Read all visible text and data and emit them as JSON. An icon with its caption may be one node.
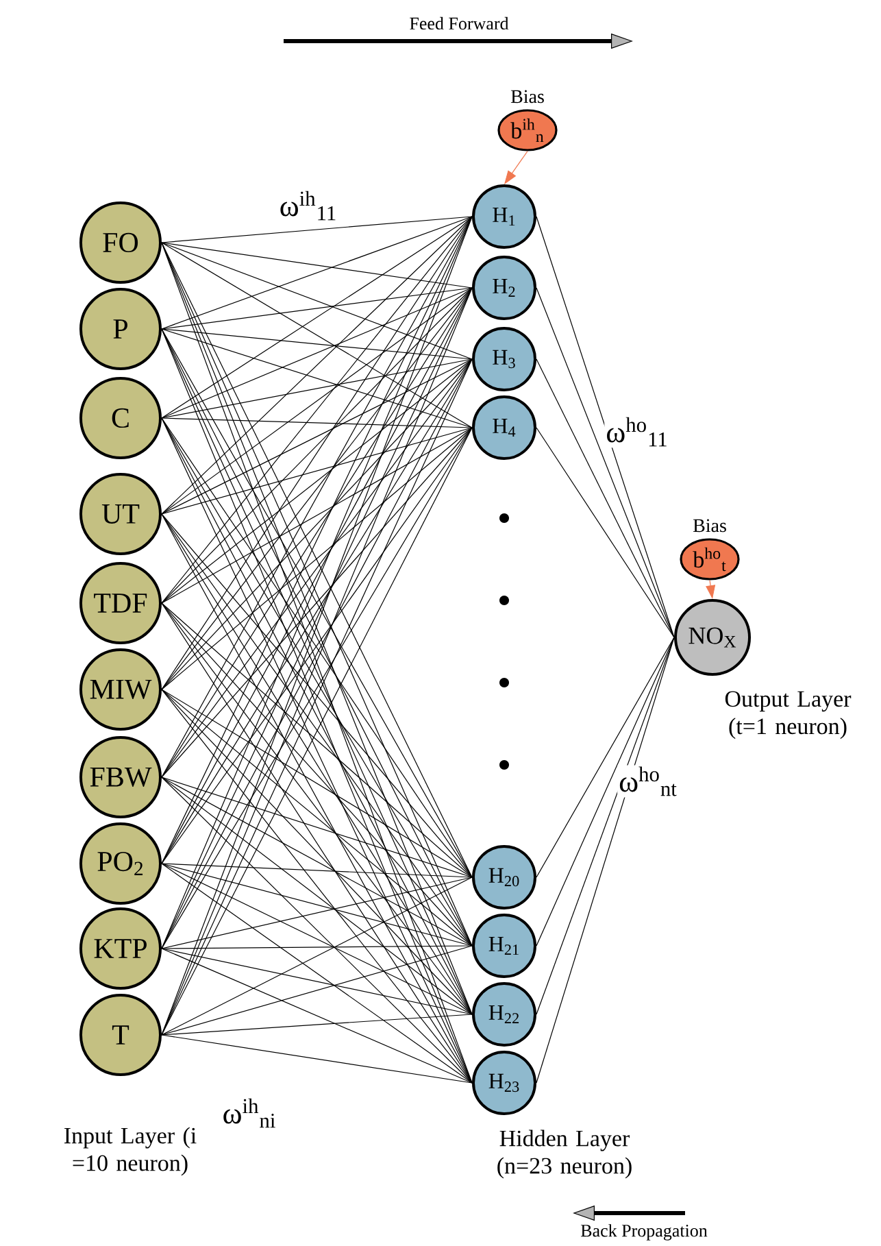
{
  "diagram": {
    "nodes": [
      {
        "text": [
          "FO"
        ]
      },
      {
        "text": [
          "P"
        ]
      },
      {
        "text": [
          "C"
        ]
      },
      {
        "text": [
          "UT"
        ]
      },
      {
        "text": [
          "TDF"
        ]
      },
      {
        "text": [
          "MIW"
        ]
      },
      {
        "text": [
          "FBW"
        ]
      },
      {
        "text": [
          "PO$_{2}$"
        ]
      },
      {
        "text": [
          "KTP"
        ]
      },
      {
        "text": [
          "T"
        ]
      },
      {
        "text": [
          "H$_{1}$"
        ]
      },
      {
        "text": [
          "H$_{2}$"
        ]
      },
      {
        "text": [
          "H$_{3}$"
        ]
      },
      {
        "text": [
          "H$_{4}$"
        ]
      },
      {
        "text": [
          "H$_{20}$"
        ]
      },
      {
        "text": [
          "H$_{21}$"
        ]
      },
      {
        "text": [
          "H$_{22}$"
        ]
      },
      {
        "text": [
          "H$_{23}$"
        ]
      },
      {
        "text": [
          "b$^{ih}$$_{n}$"
        ],
        "beside": [
          "Bias"
        ]
      },
      {
        "text": [
          "NO$_{X}$"
        ],
        "beside": [
          "Output Layer (t=1 neuron)"
        ]
      },
      {
        "text": [
          "b$^{ho}$$_{t}$"
        ],
        "beside": [
          "Bias"
        ]
      }
    ],
    "edges": [
      {
        "from": 0,
        "to": 10,
        "arrow": "none"
      },
      {
        "from": 0,
        "to": 11,
        "arrow": "none"
      },
      {
        "from": 0,
        "to": 12,
        "arrow": "none"
      },
      {
        "from": 0,
        "to": 13,
        "arrow": "none"
      },
      {
        "from": 0,
        "to": 14,
        "arrow": "none"
      },
      {
        "from": 0,
        "to": 15,
        "arrow": "none"
      },
      {
        "from": 0,
        "to": 16,
        "arrow": "none"
      },
      {
        "from": 0,
        "to": 17,
        "arrow": "none"
      },
      {
        "from": 1,
        "to": 10,
        "arrow": "none"
      },
      {
        "from": 1,
        "to": 11,
        "arrow": "none"
      },
      {
        "from": 1,
        "to": 12,
        "arrow": "none"
      },
      {
        "from": 1,
        "to": 13,
        "arrow": "none"
      },
      {
        "from": 1,
        "to": 14,
        "arrow": "none"
      },
      {
        "from": 1,
        "to": 15,
        "arrow": "none"
      },
      {
        "from": 1,
        "to": 16,
        "arrow": "none"
      },
      {
        "from": 1,
        "to": 17,
        "arrow": "none"
      },
      {
        "from": 2,
        "to": 10,
        "arrow": "none"
      },
      {
        "from": 2,
        "to": 11,
        "arrow": "none"
      },
      {
        "from": 2,
        "to": 12,
        "arrow": "none"
      },
      {
        "from": 2,
        "to": 13,
        "arrow": "none"
      },
      {
        "from": 2,
        "to": 14,
        "arrow": "none"
      },
      {
        "from": 2,
        "to": 15,
        "arrow": "none"
      },
      {
        "from": 2,
        "to": 16,
        "arrow": "none"
      },
      {
        "from": 2,
        "to": 17,
        "arrow": "none"
      },
      {
        "from": 3,
        "to": 10,
        "arrow": "none"
      },
      {
        "from": 3,
        "to": 11,
        "arrow": "none"
      },
      {
        "from": 3,
        "to": 12,
        "arrow": "none"
      },
      {
        "from": 3,
        "to": 13,
        "arrow": "none"
      },
      {
        "from": 3,
        "to": 14,
        "arrow": "none"
      },
      {
        "from": 3,
        "to": 15,
        "arrow": "none"
      },
      {
        "from": 3,
        "to": 16,
        "arrow": "none"
      },
      {
        "from": 3,
        "to": 17,
        "arrow": "none"
      },
      {
        "from": 4,
        "to": 10,
        "arrow": "none"
      },
      {
        "from": 4,
        "to": 11,
        "arrow": "none"
      },
      {
        "from": 4,
        "to": 12,
        "arrow": "none"
      },
      {
        "from": 4,
        "to": 13,
        "arrow": "none"
      },
      {
        "from": 4,
        "to": 14,
        "arrow": "none"
      },
      {
        "from": 4,
        "to": 15,
        "arrow": "none"
      },
      {
        "from": 4,
        "to": 16,
        "arrow": "none"
      },
      {
        "from": 4,
        "to": 17,
        "arrow": "none"
      },
      {
        "from": 5,
        "to": 10,
        "arrow": "none"
      },
      {
        "from": 5,
        "to": 11,
        "arrow": "none"
      },
      {
        "from": 5,
        "to": 12,
        "arrow": "none"
      },
      {
        "from": 5,
        "to": 13,
        "arrow": "none"
      },
      {
        "from": 5,
        "to": 14,
        "arrow": "none"
      },
      {
        "from": 5,
        "to": 15,
        "arrow": "none"
      },
      {
        "from": 5,
        "to": 16,
        "arrow": "none"
      },
      {
        "from": 5,
        "to": 17,
        "arrow": "none"
      },
      {
        "from": 6,
        "to": 10,
        "arrow": "none"
      },
      {
        "from": 6,
        "to": 11,
        "arrow": "none"
      },
      {
        "from": 6,
        "to": 12,
        "arrow": "none"
      },
      {
        "from": 6,
        "to": 13,
        "arrow": "none"
      },
      {
        "from": 6,
        "to": 14,
        "arrow": "none"
      },
      {
        "from": 6,
        "to": 15,
        "arrow": "none"
      },
      {
        "from": 6,
        "to": 16,
        "arrow": "none"
      },
      {
        "from": 6,
        "to": 17,
        "arrow": "none"
      },
      {
        "from": 7,
        "to": 10,
        "arrow": "none"
      },
      {
        "from": 7,
        "to": 11,
        "arrow": "none"
      },
      {
        "from": 7,
        "to": 12,
        "arrow": "none"
      },
      {
        "from": 7,
        "to": 13,
        "arrow": "none"
      },
      {
        "from": 7,
        "to": 14,
        "arrow": "none"
      },
      {
        "from": 7,
        "to": 15,
        "arrow": "none"
      },
      {
        "from": 7,
        "to": 16,
        "arrow": "none"
      },
      {
        "from": 7,
        "to": 17,
        "arrow": "none"
      },
      {
        "from": 8,
        "to": 10,
        "arrow": "none"
      },
      {
        "from": 8,
        "to": 11,
        "arrow": "none"
      },
      {
        "from": 8,
        "to": 12,
        "arrow": "none"
      },
      {
        "from": 8,
        "to": 13,
        "arrow": "none"
      },
      {
        "from": 8,
        "to": 14,
        "arrow": "none"
      },
      {
        "from": 8,
        "to": 15,
        "arrow": "none"
      },
      {
        "from": 8,
        "to": 16,
        "arrow": "none"
      },
      {
        "from": 8,
        "to": 17,
        "arrow": "none"
      },
      {
        "from": 9,
        "to": 10,
        "arrow": "none"
      },
      {
        "from": 9,
        "to": 11,
        "arrow": "none"
      },
      {
        "from": 9,
        "to": 12,
        "arrow": "none"
      },
      {
        "from": 9,
        "to": 13,
        "arrow": "none"
      },
      {
        "from": 9,
        "to": 14,
        "arrow": "none"
      },
      {
        "from": 9,
        "to": 15,
        "arrow": "none"
      },
      {
        "from": 9,
        "to": 16,
        "arrow": "none"
      },
      {
        "from": 9,
        "to": 17,
        "arrow": "none"
      },
      {
        "from": 10,
        "to": 19,
        "arrow": "none"
      },
      {
        "from": 11,
        "to": 19,
        "arrow": "none"
      },
      {
        "from": 12,
        "to": 19,
        "arrow": "none"
      },
      {
        "from": 13,
        "to": 19,
        "arrow": "none"
      },
      {
        "from": 14,
        "to": 19,
        "arrow": "none"
      },
      {
        "from": 15,
        "to": 19,
        "arrow": "none"
      },
      {
        "from": 16,
        "to": 19,
        "arrow": "none"
      },
      {
        "from": 17,
        "to": 19,
        "arrow": "none"
      },
      {
        "from": 18,
        "to": 10,
        "arrow": "to",
        "color": "#f07850"
      },
      {
        "from": 20,
        "to": 19,
        "arrow": "to",
        "color": "#f07850"
      }
    ],
    "labels": [
      "Feed Forward",
      "ω$^{ih}$$_{11}$",
      "ω$^{ho}$$_{11}$",
      "ω$^{ho}$$_{nt}$",
      "Input Layer (i =10 neuron)",
      "ω$^{ih}$$_{ni}$",
      "Hidden Layer (n=23 neuron)",
      "Back Propagation"
    ]
  }
}
